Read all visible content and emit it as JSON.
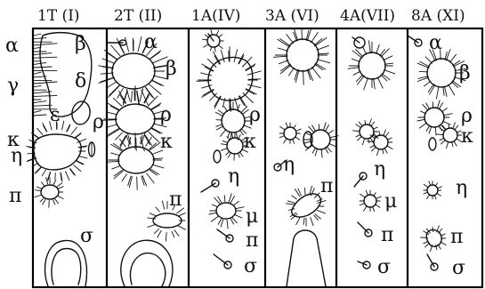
{
  "segments": [
    {
      "id": "1T",
      "header": "1T (I)",
      "labels": {
        "alpha": "α",
        "beta": "β",
        "gamma": "γ",
        "delta": "δ",
        "epsilon": "ε",
        "rho": "ρ",
        "kappa": "κ",
        "eta": "η",
        "pi": "π",
        "sigma": "σ"
      }
    },
    {
      "id": "2T",
      "header": "2T (II)",
      "labels": {
        "alpha": "α",
        "beta": "β",
        "rho": "ρ",
        "kappa": "κ",
        "pi": "π"
      }
    },
    {
      "id": "1A",
      "header": "1A(IV)",
      "labels": {
        "rho": "ρ",
        "kappa": "κ",
        "eta": "η",
        "mu": "μ",
        "pi": "π",
        "sigma": "σ"
      }
    },
    {
      "id": "3A",
      "header": "3A (VI)",
      "labels": {
        "eta": "η",
        "pi": "π"
      }
    },
    {
      "id": "4A",
      "header": "4A(VII)",
      "labels": {
        "eta": "η",
        "mu": "μ",
        "pi": "π",
        "sigma": "σ"
      }
    },
    {
      "id": "8A",
      "header": "8A (XI)",
      "labels": {
        "alpha": "α",
        "beta": "β",
        "rho": "ρ",
        "kappa": "κ",
        "eta": "η",
        "pi": "π",
        "sigma": "σ"
      }
    }
  ]
}
